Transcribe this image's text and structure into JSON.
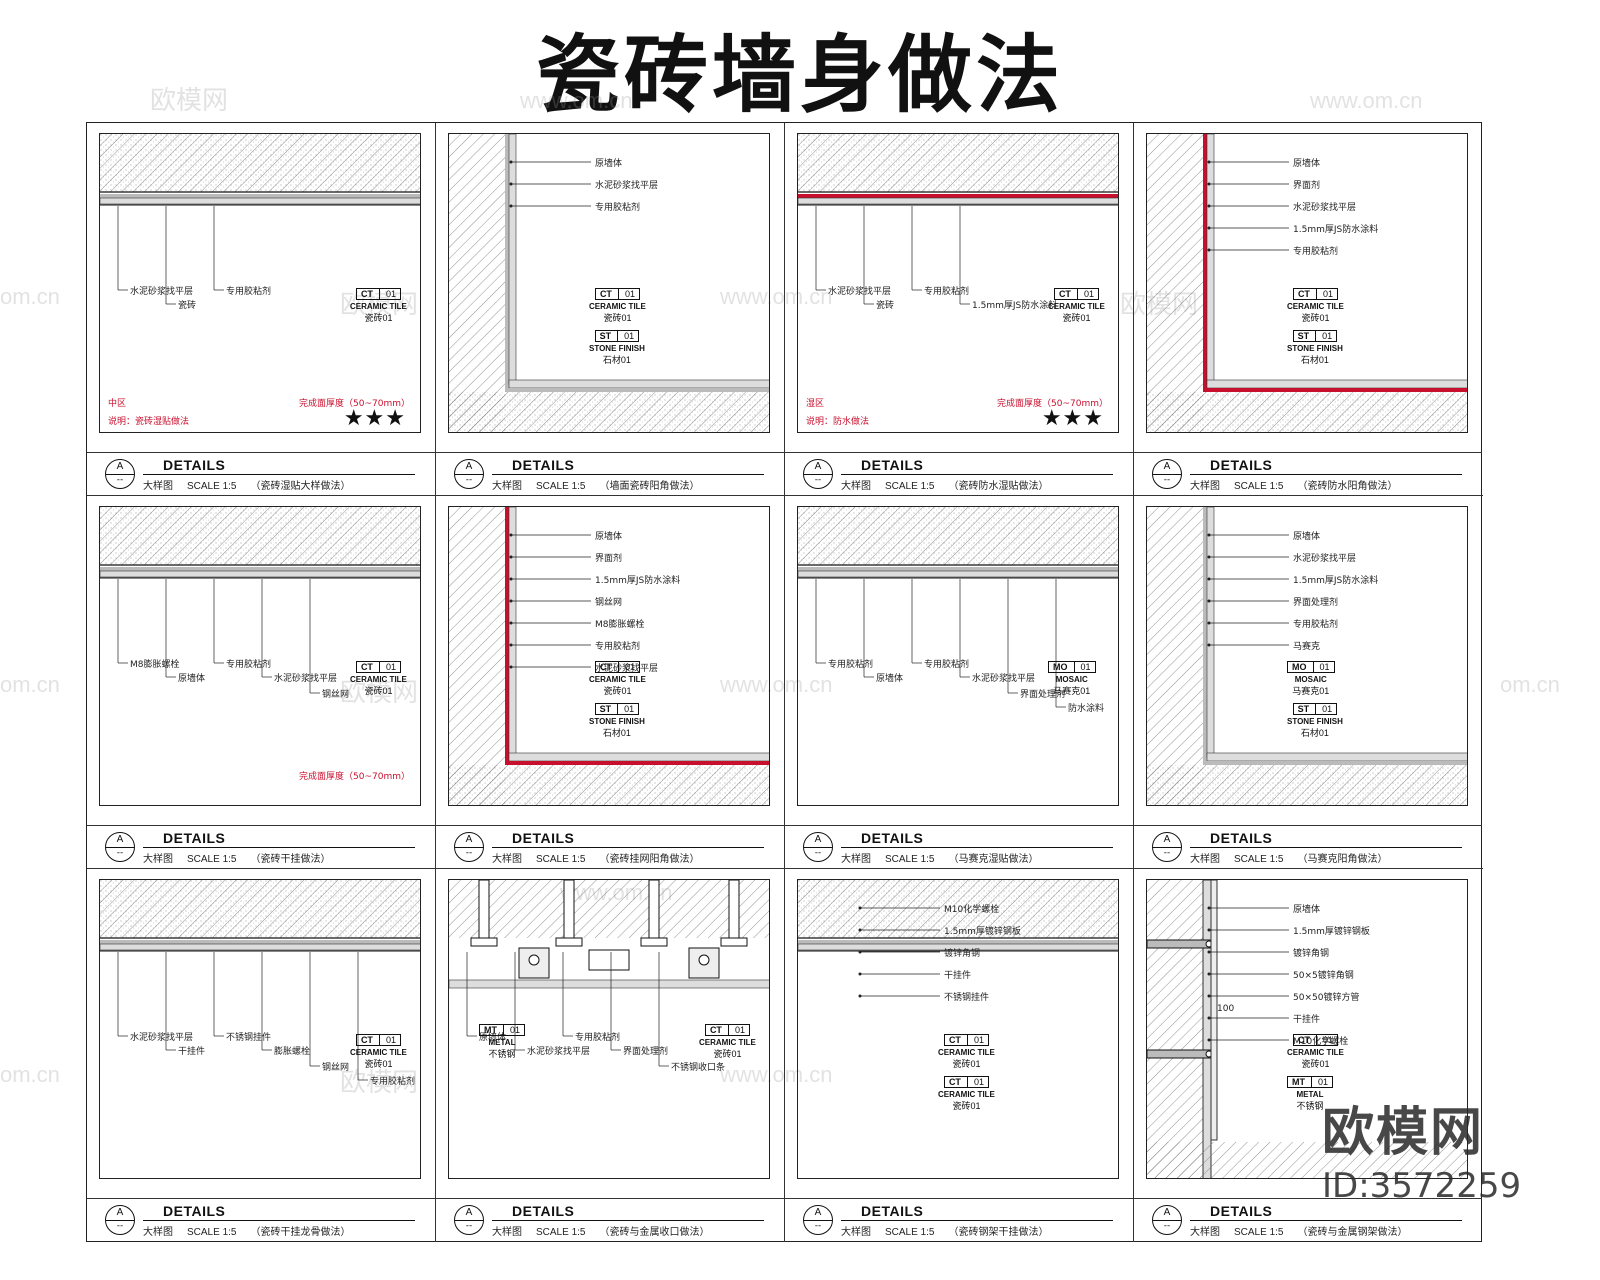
{
  "title": "瓷砖墙身做法",
  "watermarks": [
    "欧模网",
    "www.om.cn",
    "om.cn"
  ],
  "brand": {
    "name": "欧模网",
    "id": "ID:3572259"
  },
  "details": [
    {
      "circle_ref": "A",
      "circle_sub": "--",
      "title": "DETAILS",
      "label": "大样图",
      "scale": "SCALE 1:5",
      "note": "（瓷砖湿贴大样做法）",
      "tags": [
        {
          "code": "CT",
          "num": "01",
          "name": "CERAMIC TILE",
          "cn": "瓷砖01"
        }
      ],
      "callouts": [
        "水泥砂浆找平层",
        "瓷砖",
        "专用胶粘剂"
      ],
      "red_notes": [
        "中区",
        "说明：瓷砖湿贴做法"
      ],
      "thickness_note": "完成面厚度（50~70mm）",
      "stars": "★★★"
    },
    {
      "circle_ref": "A",
      "circle_sub": "--",
      "title": "DETAILS",
      "label": "大样图",
      "scale": "SCALE 1:5",
      "note": "（墙面瓷砖阳角做法）",
      "tags": [
        {
          "code": "CT",
          "num": "01",
          "name": "CERAMIC TILE",
          "cn": "瓷砖01"
        },
        {
          "code": "ST",
          "num": "01",
          "name": "STONE FINISH",
          "cn": "石材01"
        }
      ],
      "callouts": [
        "原墙体",
        "水泥砂浆找平层",
        "专用胶粘剂"
      ]
    },
    {
      "circle_ref": "A",
      "circle_sub": "--",
      "title": "DETAILS",
      "label": "大样图",
      "scale": "SCALE 1:5",
      "note": "（瓷砖防水湿贴做法）",
      "tags": [
        {
          "code": "CT",
          "num": "01",
          "name": "CERAMIC TILE",
          "cn": "瓷砖01"
        }
      ],
      "callouts": [
        "水泥砂浆找平层",
        "瓷砖",
        "专用胶粘剂",
        "1.5mm厚JS防水涂料"
      ],
      "red_notes": [
        "湿区",
        "说明：防水做法"
      ],
      "thickness_note": "完成面厚度（50~70mm）",
      "stars": "★★★"
    },
    {
      "circle_ref": "A",
      "circle_sub": "--",
      "title": "DETAILS",
      "label": "大样图",
      "scale": "SCALE 1:5",
      "note": "（瓷砖防水阳角做法）",
      "tags": [
        {
          "code": "CT",
          "num": "01",
          "name": "CERAMIC TILE",
          "cn": "瓷砖01"
        },
        {
          "code": "ST",
          "num": "01",
          "name": "STONE FINISH",
          "cn": "石材01"
        }
      ],
      "callouts": [
        "原墙体",
        "界面剂",
        "水泥砂浆找平层",
        "1.5mm厚JS防水涂料",
        "专用胶粘剂"
      ]
    },
    {
      "circle_ref": "A",
      "circle_sub": "--",
      "title": "DETAILS",
      "label": "大样图",
      "scale": "SCALE 1:5",
      "note": "（瓷砖干挂做法）",
      "tags": [
        {
          "code": "CT",
          "num": "01",
          "name": "CERAMIC TILE",
          "cn": "瓷砖01"
        }
      ],
      "callouts": [
        "M8膨胀螺栓",
        "原墙体",
        "专用胶粘剂",
        "水泥砂浆找平层",
        "钢丝网"
      ],
      "thickness_note": "完成面厚度（50~70mm）"
    },
    {
      "circle_ref": "A",
      "circle_sub": "--",
      "title": "DETAILS",
      "label": "大样图",
      "scale": "SCALE 1:5",
      "note": "（瓷砖挂网阳角做法）",
      "tags": [
        {
          "code": "CT",
          "num": "01",
          "name": "CERAMIC TILE",
          "cn": "瓷砖01"
        },
        {
          "code": "ST",
          "num": "01",
          "name": "STONE FINISH",
          "cn": "石材01"
        }
      ],
      "callouts": [
        "原墙体",
        "界面剂",
        "1.5mm厚JS防水涂料",
        "钢丝网",
        "M8膨胀螺栓",
        "专用胶粘剂",
        "水泥砂浆找平层"
      ]
    },
    {
      "circle_ref": "A",
      "circle_sub": "--",
      "title": "DETAILS",
      "label": "大样图",
      "scale": "SCALE 1:5",
      "note": "（马赛克湿贴做法）",
      "tags": [
        {
          "code": "MO",
          "num": "01",
          "name": "MOSAIC",
          "cn": "马赛克01"
        }
      ],
      "callouts": [
        "专用胶粘剂",
        "原墙体",
        "专用胶粘剂",
        "水泥砂浆找平层",
        "界面处理剂",
        "防水涂料"
      ]
    },
    {
      "circle_ref": "A",
      "circle_sub": "--",
      "title": "DETAILS",
      "label": "大样图",
      "scale": "SCALE 1:5",
      "note": "（马赛克阳角做法）",
      "tags": [
        {
          "code": "MO",
          "num": "01",
          "name": "MOSAIC",
          "cn": "马赛克01"
        },
        {
          "code": "ST",
          "num": "01",
          "name": "STONE FINISH",
          "cn": "石材01"
        }
      ],
      "callouts": [
        "原墙体",
        "水泥砂浆找平层",
        "1.5mm厚JS防水涂料",
        "界面处理剂",
        "专用胶粘剂",
        "马赛克"
      ]
    },
    {
      "circle_ref": "A",
      "circle_sub": "--",
      "title": "DETAILS",
      "label": "大样图",
      "scale": "SCALE 1:5",
      "note": "（瓷砖干挂龙骨做法）",
      "tags": [
        {
          "code": "CT",
          "num": "01",
          "name": "CERAMIC TILE",
          "cn": "瓷砖01"
        }
      ],
      "callouts": [
        "水泥砂浆找平层",
        "干挂件",
        "不锈钢挂件",
        "膨胀螺栓",
        "钢丝网",
        "专用胶粘剂"
      ]
    },
    {
      "circle_ref": "A",
      "circle_sub": "--",
      "title": "DETAILS",
      "label": "大样图",
      "scale": "SCALE 1:5",
      "note": "（瓷砖与金属收口做法）",
      "tags": [
        {
          "code": "CT",
          "num": "01",
          "name": "CERAMIC TILE",
          "cn": "瓷砖01"
        },
        {
          "code": "MT",
          "num": "01",
          "name": "METAL",
          "cn": "不锈钢"
        }
      ],
      "callouts": [
        "原墙体",
        "水泥砂浆找平层",
        "专用胶粘剂",
        "界面处理剂",
        "不锈钢收口条"
      ]
    },
    {
      "circle_ref": "A",
      "circle_sub": "--",
      "title": "DETAILS",
      "label": "大样图",
      "scale": "SCALE 1:5",
      "note": "（瓷砖钢架干挂做法）",
      "tags": [
        {
          "code": "CT",
          "num": "01",
          "name": "CERAMIC TILE",
          "cn": "瓷砖01"
        },
        {
          "code": "CT",
          "num": "01",
          "name": "CERAMIC TILE",
          "cn": "瓷砖01"
        }
      ],
      "callouts": [
        "M10化学螺栓",
        "1.5mm厚镀锌钢板",
        "镀锌角钢",
        "干挂件",
        "不锈钢挂件"
      ]
    },
    {
      "circle_ref": "A",
      "circle_sub": "--",
      "title": "DETAILS",
      "label": "大样图",
      "scale": "SCALE 1:5",
      "note": "（瓷砖与金属钢架做法）",
      "tags": [
        {
          "code": "CT",
          "num": "01",
          "name": "CERAMIC TILE",
          "cn": "瓷砖01"
        },
        {
          "code": "MT",
          "num": "01",
          "name": "METAL",
          "cn": "不锈钢"
        }
      ],
      "callouts": [
        "原墙体",
        "1.5mm厚镀锌钢板",
        "镀锌角钢",
        "50×5镀锌角钢",
        "50×50镀锌方管",
        "干挂件",
        "M10化学螺栓"
      ],
      "dimension": "100"
    }
  ]
}
